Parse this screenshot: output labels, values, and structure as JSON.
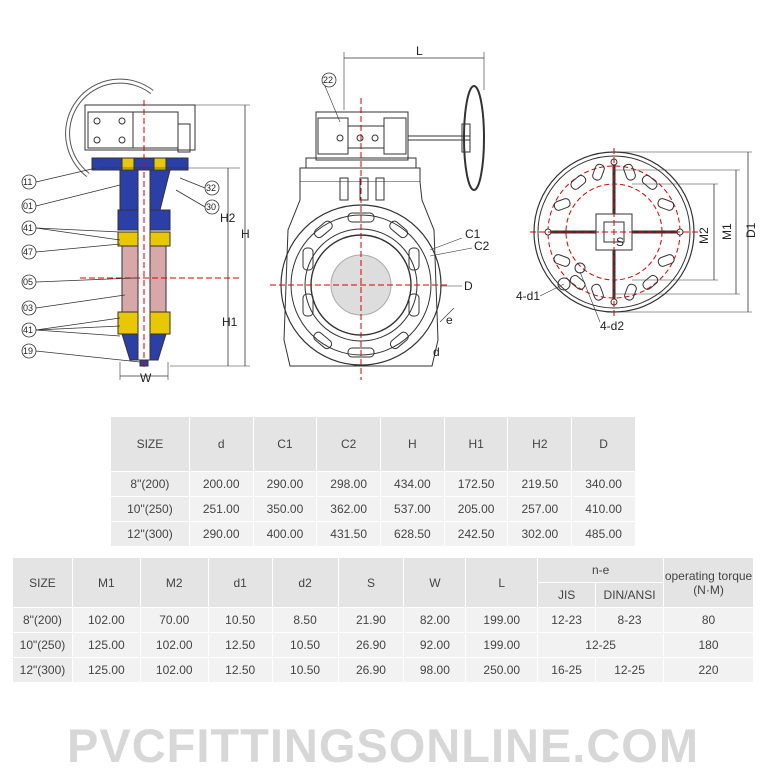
{
  "drawing": {
    "side_view_balloons": [
      "11",
      "01",
      "41",
      "47",
      "05",
      "03",
      "41",
      "19"
    ],
    "side_view_balloons_right": [
      "32",
      "30"
    ],
    "side_view_dims": {
      "h2": "H2",
      "h": "H",
      "h1": "H1",
      "w": "W"
    },
    "front_view_balloon": "22",
    "front_view_dims": {
      "l": "L",
      "c1": "C1",
      "c2": "C2",
      "d_big": "D",
      "e": "e",
      "d_small": "d"
    },
    "flange_view_labels": {
      "s": "S",
      "m2": "M2",
      "m1": "M1",
      "d1": "D1",
      "four_d1": "4-d1",
      "four_d2": "4-d2"
    }
  },
  "table1": {
    "headers": [
      "SIZE",
      "d",
      "C1",
      "C2",
      "H",
      "H1",
      "H2",
      "D"
    ],
    "rows": [
      [
        "8\"(200)",
        "200.00",
        "290.00",
        "298.00",
        "434.00",
        "172.50",
        "219.50",
        "340.00"
      ],
      [
        "10\"(250)",
        "251.00",
        "350.00",
        "362.00",
        "537.00",
        "205.00",
        "257.00",
        "410.00"
      ],
      [
        "12\"(300)",
        "290.00",
        "400.00",
        "431.50",
        "628.50",
        "242.50",
        "302.00",
        "485.00"
      ]
    ]
  },
  "table2": {
    "headers": [
      "SIZE",
      "M1",
      "M2",
      "d1",
      "d2",
      "S",
      "W",
      "L"
    ],
    "ne_header": "n-e",
    "ne_sub": [
      "JIS",
      "DIN/ANSI"
    ],
    "torque_header": "operating torque (N·M)",
    "rows": [
      {
        "size": "8\"(200)",
        "m1": "102.00",
        "m2": "70.00",
        "d1": "10.50",
        "d2": "8.50",
        "s": "21.90",
        "w": "82.00",
        "l": "199.00",
        "jis": "12-23",
        "din": "8-23",
        "torque": "80"
      },
      {
        "size": "10\"(250)",
        "m1": "125.00",
        "m2": "102.00",
        "d1": "12.50",
        "d2": "10.50",
        "s": "26.90",
        "w": "92.00",
        "l": "199.00",
        "ne_merged": "12-25",
        "torque": "180"
      },
      {
        "size": "12\"(300)",
        "m1": "125.00",
        "m2": "102.00",
        "d1": "12.50",
        "d2": "10.50",
        "s": "26.90",
        "w": "98.00",
        "l": "250.00",
        "jis": "16-25",
        "din": "12-25",
        "torque": "220"
      }
    ]
  },
  "watermark": "PVCFITTINGSONLINE.COM"
}
